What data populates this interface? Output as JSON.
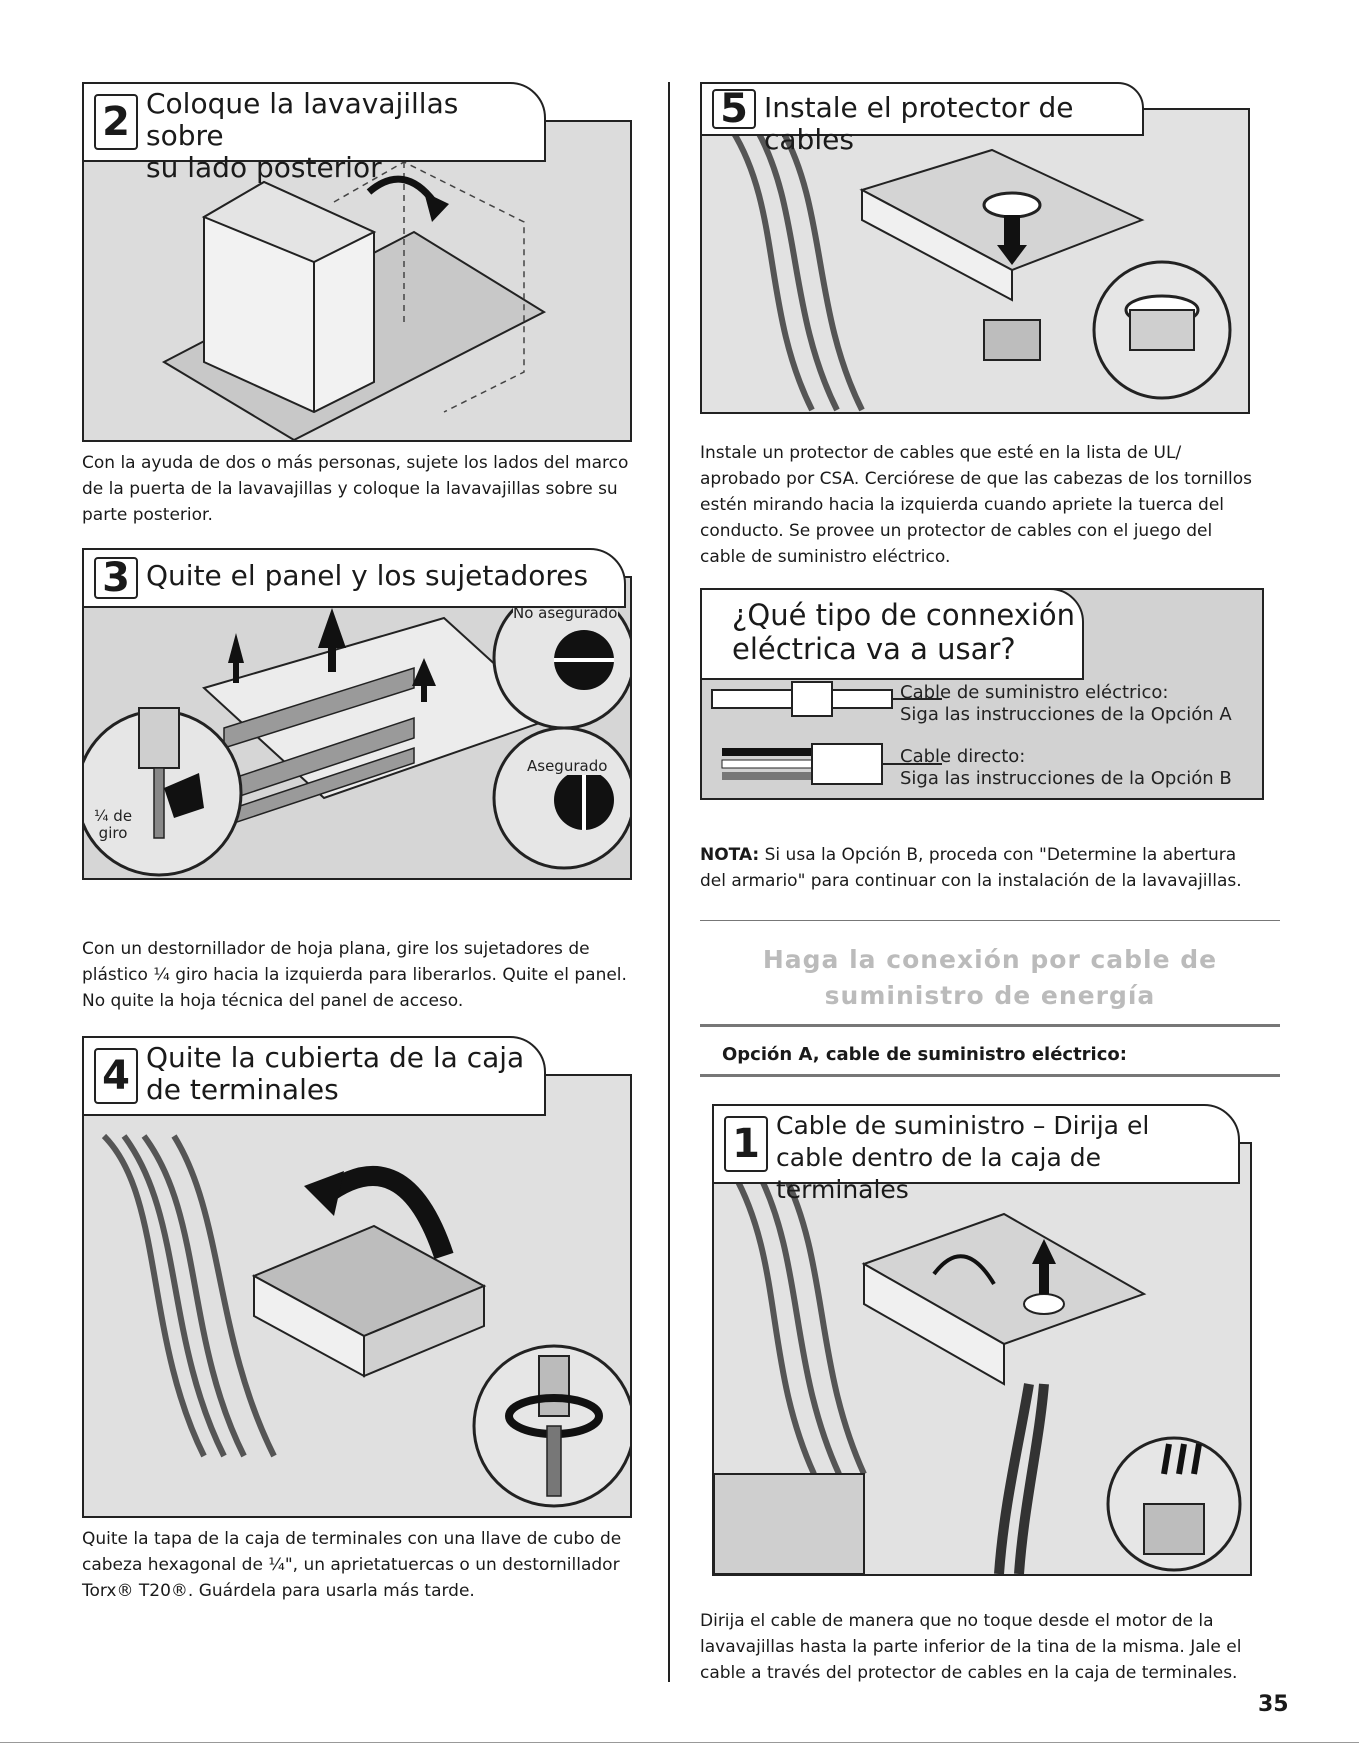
{
  "steps": {
    "s2": {
      "num": "2",
      "title_line1": "Coloque la lavavajillas sobre",
      "title_line2": "su lado posterior",
      "body": "Con la ayuda de dos o más personas, sujete los lados del marco de la puerta de la lavavajillas y coloque la lavavajillas sobre su parte posterior."
    },
    "s3": {
      "num": "3",
      "title_line1": "Quite el panel y los sujetadores",
      "label_unsecured": "No asegurado",
      "label_secured": "Asegurado",
      "label_turn_line1": "¼ de",
      "label_turn_line2": "giro",
      "body": "Con un destornillador de hoja plana, gire los sujetadores de plástico ¼ giro hacia la izquierda para liberarlos. Quite el panel. No quite la hoja técnica del panel de acceso."
    },
    "s4": {
      "num": "4",
      "title_line1": "Quite la cubierta de la caja",
      "title_line2": "de terminales",
      "body": "Quite la tapa de la caja de terminales con una llave de cubo de cabeza hexagonal de ¼\", un aprietatuercas o un destornillador Torx® T20®. Guárdela para usarla más tarde."
    },
    "s5": {
      "num": "5",
      "title_line1": "Instale el protector de cables",
      "body": "Instale un protector de cables que esté en la lista de UL/ aprobado por CSA. Cerciórese de que las cabezas de los tornillos estén mirando hacia la izquierda cuando apriete la tuerca del conducto. Se provee un protector de cables con el juego del cable de suministro eléctrico."
    },
    "s1": {
      "num": "1",
      "title_line1": "Cable de suministro – Dirija el",
      "title_line2": "cable dentro de la caja de terminales",
      "body": "Dirija el cable de manera que no toque desde el motor de la lavavajillas hasta la parte inferior de la tina de la misma. Jale el cable a través del protector de cables en la caja de terminales."
    }
  },
  "connection": {
    "title_line1": "¿Qué tipo de connexión",
    "title_line2": "eléctrica va a usar?",
    "opt_a_line1": "Cable de suministro eléctrico:",
    "opt_a_line2": "Siga las instrucciones de la Opción A",
    "opt_b_line1": "Cable directo:",
    "opt_b_line2": "Siga las instrucciones de la Opción B"
  },
  "note": {
    "label": "NOTA:",
    "text": " Si usa la Opción B, proceda con \"Determine la abertura del armario\" para continuar con la instalación de la lavavajillas."
  },
  "section": {
    "title_line1": "Haga la conexión por cable de",
    "title_line2": "suministro de energía",
    "option": "Opción A, cable de suministro eléctrico:"
  },
  "page_number": "35"
}
